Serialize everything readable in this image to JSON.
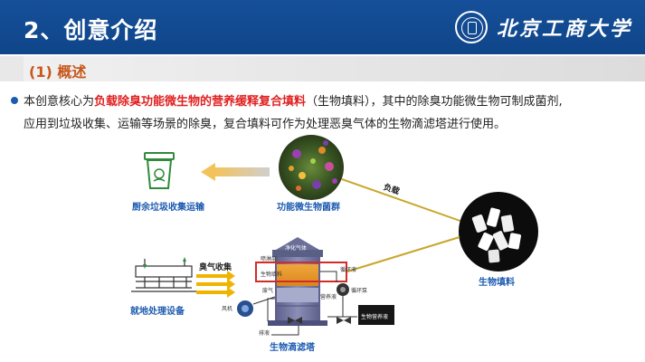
{
  "header": {
    "title": "2、创意介绍",
    "university": "北京工商大学"
  },
  "section": {
    "title": "(1) 概述"
  },
  "body": {
    "prefix": "本创意核心为",
    "highlight": "负载除臭功能微生物的营养缓释复合填料",
    "suffix": "（生物填料），其中的除臭功能微生物可制成菌剂,",
    "line2": "应用到垃圾收集、运输等场景的除臭，复合填料可作为处理恶臭气体的生物滴滤塔进行使用。"
  },
  "diagram": {
    "trash_label": "厨余垃圾收集运输",
    "microbe_label": "功能微生物菌群",
    "load_label": "负载",
    "filler_label": "生物填料",
    "device_label": "就地处理设备",
    "odor_label": "臭气收集",
    "tower_label": "生物滴滤塔",
    "tower_top_text": "净化气体",
    "tower_spray": "喷淋层",
    "tower_packing": "生物填料",
    "tower_intake": "废气",
    "fan_label": "风机",
    "recycle_label": "循环液",
    "pump_label": "循环泵",
    "tank_label": "营养液",
    "drain_label": "排液",
    "tank_text": "生物营养液"
  },
  "colors": {
    "header_bg": "#16509a",
    "section_title": "#c8571b",
    "highlight": "#e02121",
    "diagram_label": "#1d5bb0",
    "arrow_yellow": "#f0b400",
    "box_red": "#d42a2a"
  }
}
